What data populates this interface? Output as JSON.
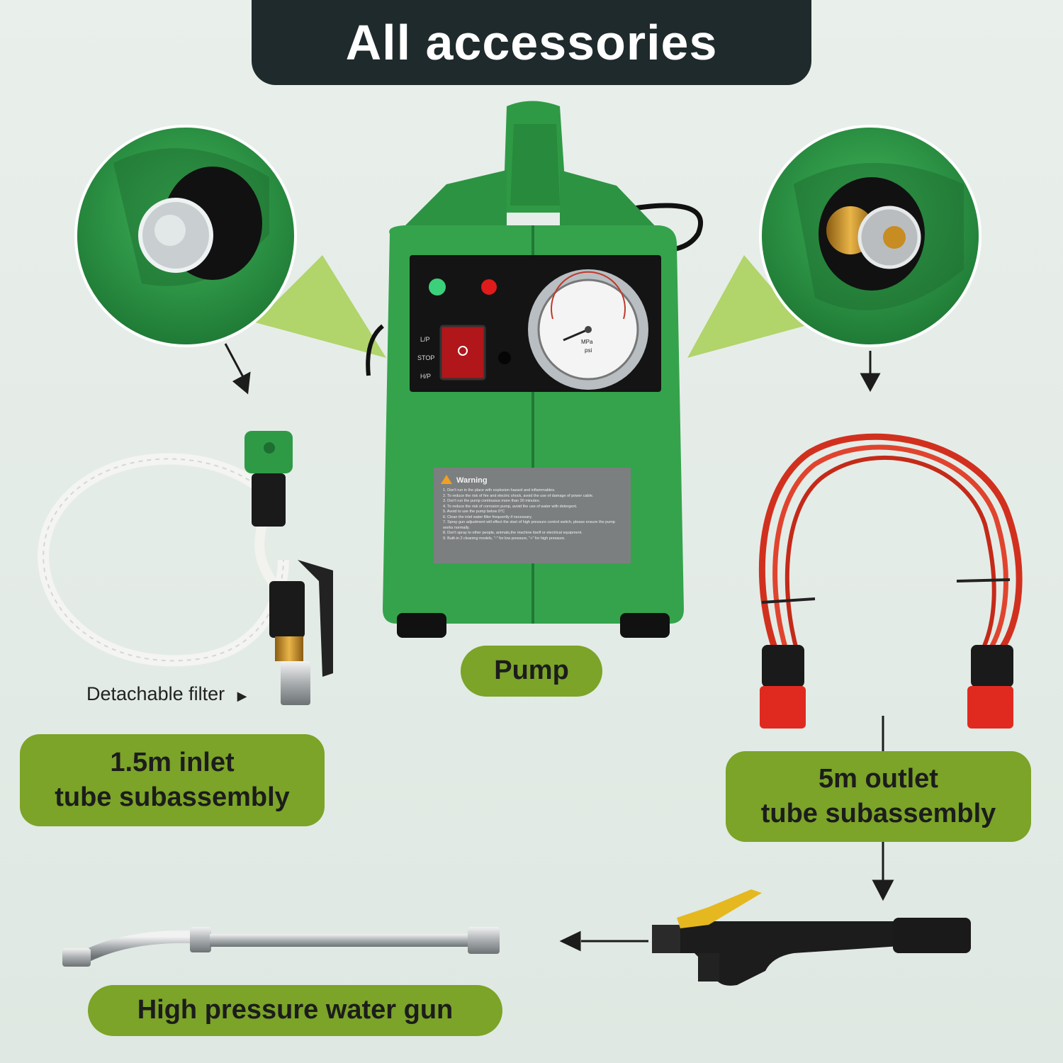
{
  "header": {
    "title": "All accessories"
  },
  "labels": {
    "pump": "Pump",
    "inlet_line1": "1.5m inlet",
    "inlet_line2": "tube subassembly",
    "outlet_line1": "5m outlet",
    "outlet_line2": "tube subassembly",
    "water_gun": "High pressure water gun",
    "filter_caption": "Detachable filter"
  },
  "pump_panel": {
    "switch_labels": [
      "L/P",
      "STOP",
      "H/P"
    ],
    "gauge_unit_top": "MPa",
    "gauge_unit_bottom": "psi",
    "warning_title": "Warning",
    "warning_lines": [
      "1. Don't run in the place with explosion hazard and inflammables.",
      "2. To reduce the risk of fire and electric shock, avoid the use of damage of power cable.",
      "3. Don't run the pump continuous more than 30 minutes.",
      "4. To reduce the risk of corrosion pump, avoid the use of water with detergent.",
      "5. Avoid to use the pump below 0°C",
      "6. Clean the inlet water filter frequently if necessary.",
      "7. Spray gun adjustment will effect the start of high pressure control switch, please ensure the pump works normally.",
      "8. Don't spray to other people, animals,the machine itself or electrical equipment.",
      "9. Built-in 2 cleaning models, \"-\" for low pressure, \"+\" for high pressure."
    ]
  },
  "colors": {
    "banner": "#1f2a2c",
    "pill": "#7ba428",
    "pump_green": "#2f9a45",
    "outlet_hose": "#d2301e",
    "connector_red": "#e02a20"
  }
}
